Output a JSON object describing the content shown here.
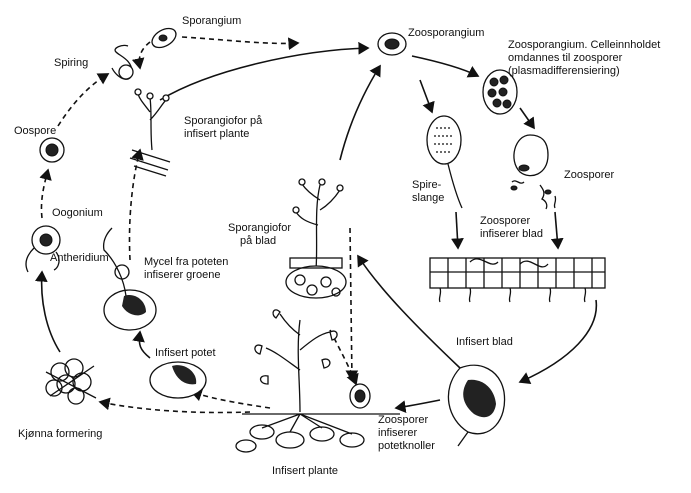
{
  "labels": {
    "sporangium": "Sporangium",
    "spiring": "Spiring",
    "zoosporangium": "Zoosporangium",
    "zoo_desc_1": "Zoosporangium. Celleinnholdet",
    "zoo_desc_2": "omdannes til zoosporer",
    "zoo_desc_3": "(plasmadifferensiering)",
    "sporangiofor_plante_1": "Sporangiofor på",
    "sporangiofor_plante_2": "infisert plante",
    "oospore": "Oospore",
    "spireslange_1": "Spire-",
    "spireslange_2": "slange",
    "zoosporer": "Zoosporer",
    "oogonium": "Oogonium",
    "sporangiofor_blad_1": "Sporangiofor",
    "sporangiofor_blad_2": "på blad",
    "zoosporer_blad_1": "Zoosporer",
    "zoosporer_blad_2": "infiserer blad",
    "antheridium": "Antheridium",
    "mycel_1": "Mycel fra poteten",
    "mycel_2": "infiserer groene",
    "infisert_blad": "Infisert blad",
    "infisert_potet": "Infisert potet",
    "kjonna": "Kjønna formering",
    "zoosporer_knoller_1": "Zoosporer",
    "zoosporer_knoller_2": "infiserer",
    "zoosporer_knoller_3": "potetknoller",
    "infisert_plante": "Infisert plante"
  },
  "colors": {
    "ink": "#111111",
    "background": "#ffffff"
  }
}
